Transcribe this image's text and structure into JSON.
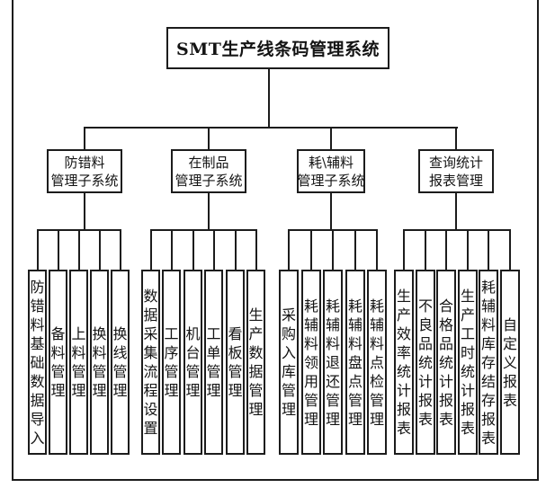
{
  "diagram": {
    "title": "SMT生产线条码管理系统",
    "branches": [
      {
        "line1": "防错料",
        "line2": "管理子系统",
        "children": [
          "防错料基础数据导入",
          "备料管理",
          "上料管理",
          "换料管理",
          "换线管理"
        ]
      },
      {
        "line1": "在制品",
        "line2": "管理子系统",
        "children": [
          "数据采集流程设置",
          "工序管理",
          "机台管理",
          "工单管理",
          "看板管理",
          "生产数据管理"
        ]
      },
      {
        "line1": "耗\\辅料",
        "line2": "管理子系统",
        "children": [
          "采购入库管理",
          "耗辅料领用管理",
          "耗辅料退还管理",
          "耗辅料盘点管理",
          "耗辅料点检管理"
        ]
      },
      {
        "line1": "查询统计",
        "line2": "报表管理",
        "children": [
          "生产效率统计报表",
          "不良品统计报表",
          "合格品统计报表",
          "生产工时统计报表",
          "耗辅料库存结存报表",
          "自定义报表"
        ]
      }
    ]
  },
  "colors": {
    "line": "#1c1c1c",
    "background": "#ffffff"
  }
}
